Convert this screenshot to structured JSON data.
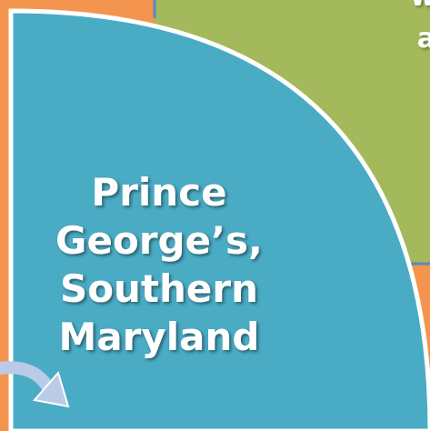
{
  "diagram": {
    "colors": {
      "background": "#f3944f",
      "quadrant_fill": "#4aabc4",
      "green_block": "#a3b95b",
      "divider": "#5b87bf",
      "outline": "#ffffff",
      "arrow": "#b9cbe6"
    },
    "quadrant_label": {
      "line1": "Prince",
      "line2": "George’s,",
      "line3": "Southern",
      "line4": "Maryland"
    },
    "corner_label": {
      "line1": "w",
      "line2": "a"
    }
  }
}
